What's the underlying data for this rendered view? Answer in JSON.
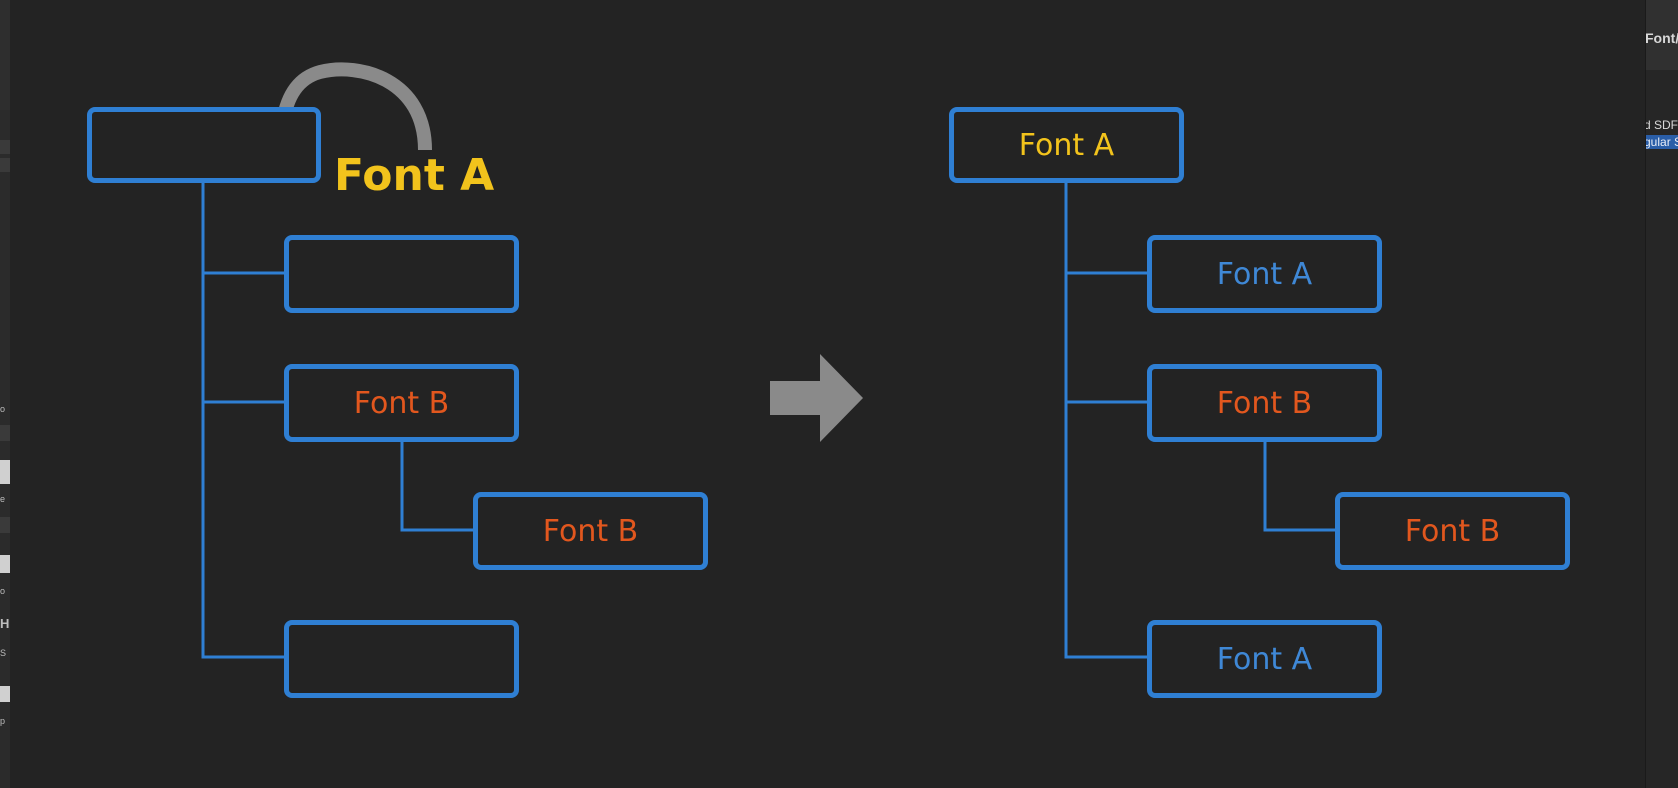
{
  "colors": {
    "background": "#232323",
    "node_border": "#2f7fd3",
    "font_a_child": "#3f88d6",
    "font_b": "#e2571e",
    "font_a_root": "#f2c31c",
    "arrow": "#8a8a8a"
  },
  "sidebar_left": {
    "fragments": [
      "o",
      "e",
      "o",
      "H",
      "S",
      "p"
    ]
  },
  "inspector_right": {
    "header": "Font/",
    "line1": "d SDF",
    "line2": "gular S"
  },
  "before": {
    "root_label": "Font A",
    "root_node": "",
    "children": [
      {
        "label": ""
      },
      {
        "label": "Font B",
        "children": [
          {
            "label": "Font B"
          }
        ]
      },
      {
        "label": ""
      }
    ],
    "curved_arrow_icon": "curved-arrow-icon"
  },
  "transition_arrow_icon": "right-arrow-icon",
  "after": {
    "root_node": "Font A",
    "children": [
      {
        "label": "Font A"
      },
      {
        "label": "Font B",
        "children": [
          {
            "label": "Font B"
          }
        ]
      },
      {
        "label": "Font A"
      }
    ]
  }
}
